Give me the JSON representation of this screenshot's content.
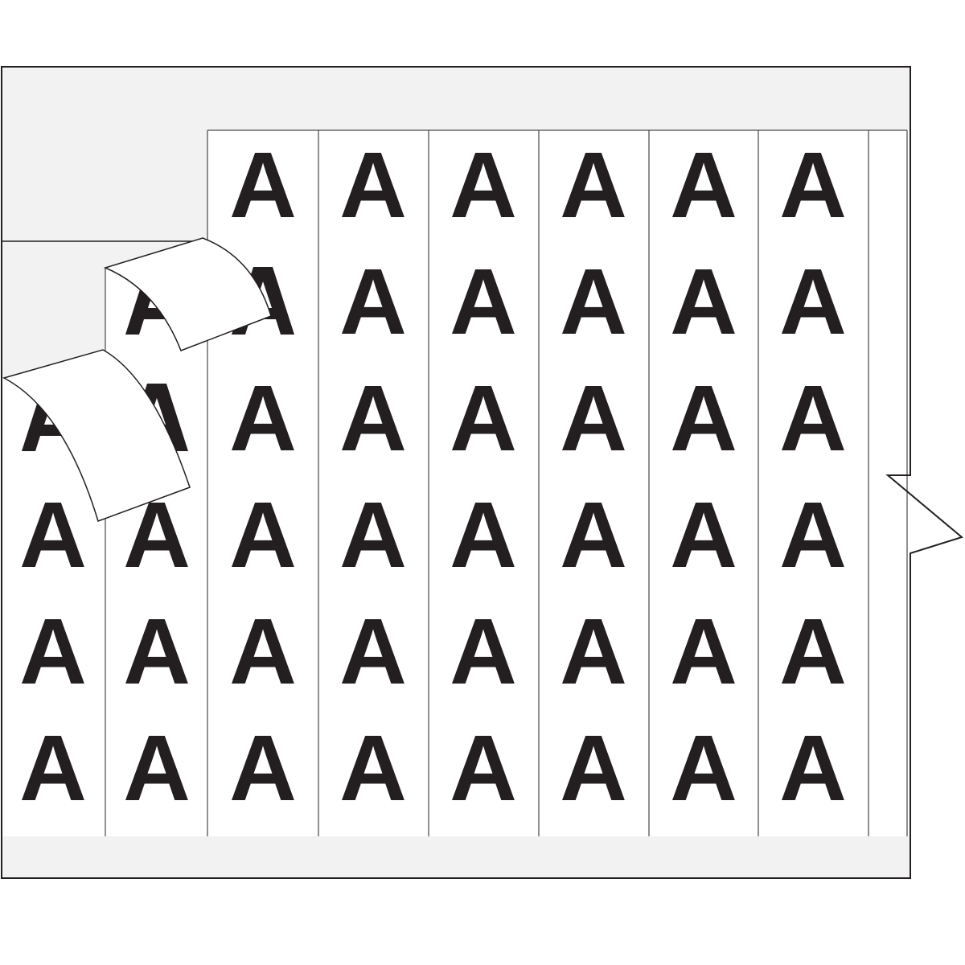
{
  "sheet": {
    "label_character": "A",
    "columns": 8,
    "rows": 6,
    "liner_color": "#f2f2f2",
    "label_color": "#ffffff",
    "text_color": "#231f20",
    "line_color": "#231f20",
    "peeled_labels": 2
  }
}
